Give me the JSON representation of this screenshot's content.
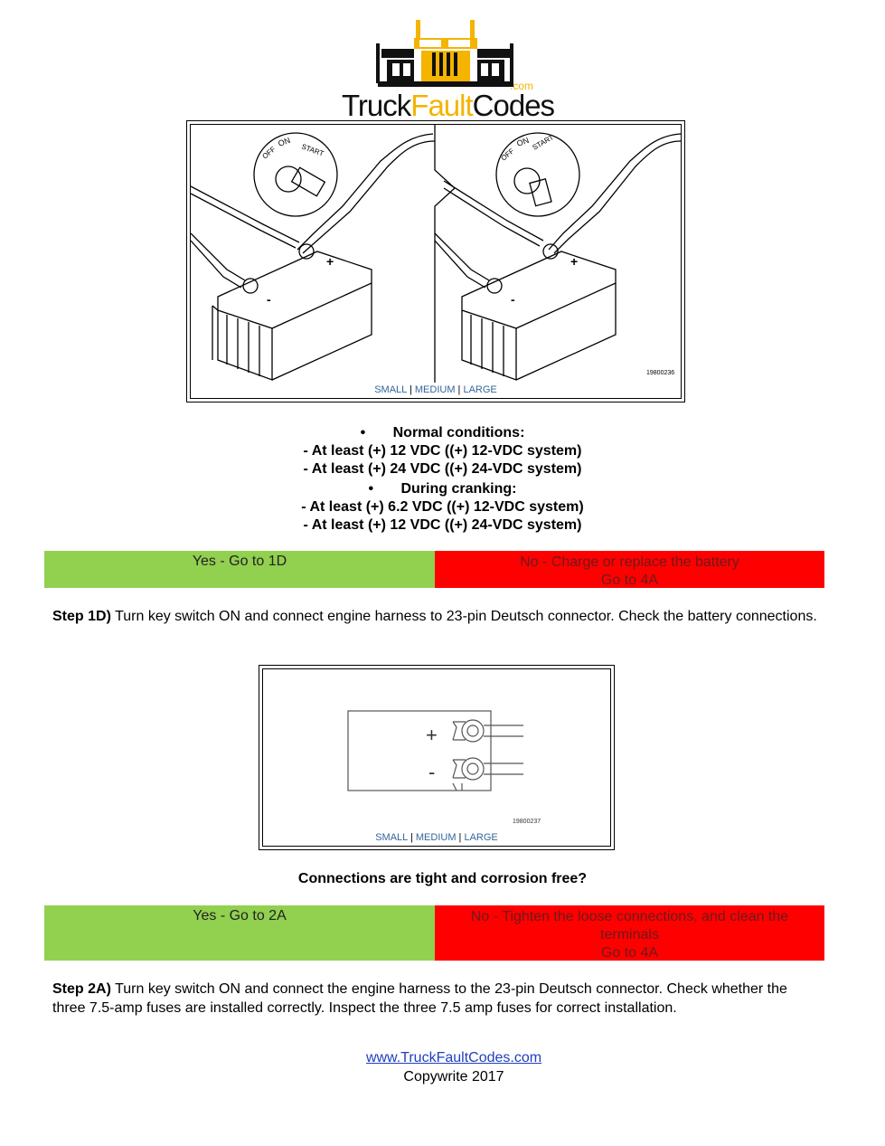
{
  "logo": {
    "text_part1": "Truck",
    "text_part2": "Fault",
    "text_part3": "Codes",
    "com": ".com",
    "accent_color": "#f4b400"
  },
  "figure1": {
    "switch_labels_left": [
      "OFF",
      "ON",
      "START"
    ],
    "switch_labels_right": [
      "OFF",
      "ON",
      "START"
    ],
    "plus_label": "+",
    "minus_label": "-",
    "figure_id": "19800236",
    "links": {
      "small": "SMALL",
      "sep1": " | ",
      "medium": "MEDIUM",
      "sep2": " | ",
      "large": "LARGE"
    }
  },
  "conditions": {
    "bullet": "•",
    "normal_heading": "Normal conditions:",
    "normal_lines": [
      "- At least (+) 12 VDC ((+) 12-VDC system)",
      "- At least (+) 24 VDC ((+) 24-VDC system)"
    ],
    "cranking_heading": "During cranking:",
    "cranking_lines": [
      "- At least (+) 6.2 VDC ((+) 12-VDC system)",
      "- At least (+) 12 VDC ((+) 24-VDC system)"
    ]
  },
  "decision1": {
    "yes": "Yes - Go to 1D",
    "no_line1": "No - Charge or replace the battery",
    "no_line2": "Go to 4A"
  },
  "step1d": {
    "label": "Step 1D)",
    "text": " Turn key switch ON and connect engine harness to 23-pin Deutsch connector. Check the battery connections."
  },
  "figure2": {
    "plus_label": "+",
    "minus_label": "-",
    "figure_id": "19800237",
    "links": {
      "small": "SMALL",
      "sep1": " | ",
      "medium": "MEDIUM",
      "sep2": " | ",
      "large": "LARGE"
    }
  },
  "question": "Connections are tight and corrosion free?",
  "decision2": {
    "yes": "Yes - Go to 2A",
    "no_line1": "No - Tighten the loose connections, and clean the",
    "no_line2": "terminals",
    "no_line3": "Go to 4A"
  },
  "step2a": {
    "label": "Step 2A)",
    "text": " Turn key switch ON and connect the engine harness to the 23-pin Deutsch connector. Check whether the three 7.5-amp fuses are installed correctly. Inspect the three 7.5 amp fuses for correct installation."
  },
  "footer": {
    "link": "www.TruckFaultCodes.com",
    "copyright": "Copywrite 2017"
  }
}
